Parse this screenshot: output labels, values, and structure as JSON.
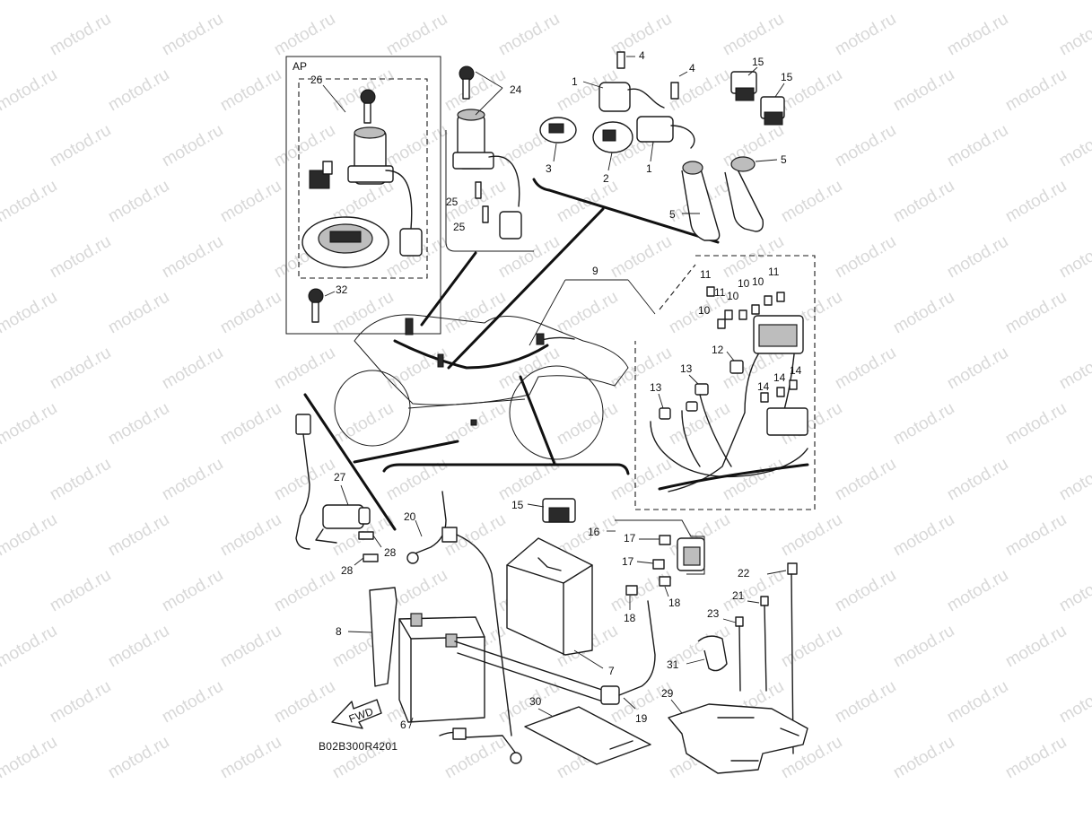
{
  "watermark": "motod.ru",
  "diagram_code": "B02B300R4201",
  "group_label": "AP",
  "fwd_label": "FWD",
  "callouts": {
    "c1": "1",
    "c2": "2",
    "c3": "3",
    "c4": "4",
    "c5": "5",
    "c6": "6",
    "c7": "7",
    "c8": "8",
    "c9": "9",
    "c10": "10",
    "c11": "11",
    "c12": "12",
    "c13": "13",
    "c14": "14",
    "c15": "15",
    "c16": "16",
    "c17": "17",
    "c18": "18",
    "c19": "19",
    "c20": "20",
    "c21": "21",
    "c22": "22",
    "c23": "23",
    "c24": "24",
    "c25": "25",
    "c26": "26",
    "c27": "27",
    "c28": "28",
    "c29": "29",
    "c30": "30",
    "c31": "31",
    "c32": "32"
  }
}
